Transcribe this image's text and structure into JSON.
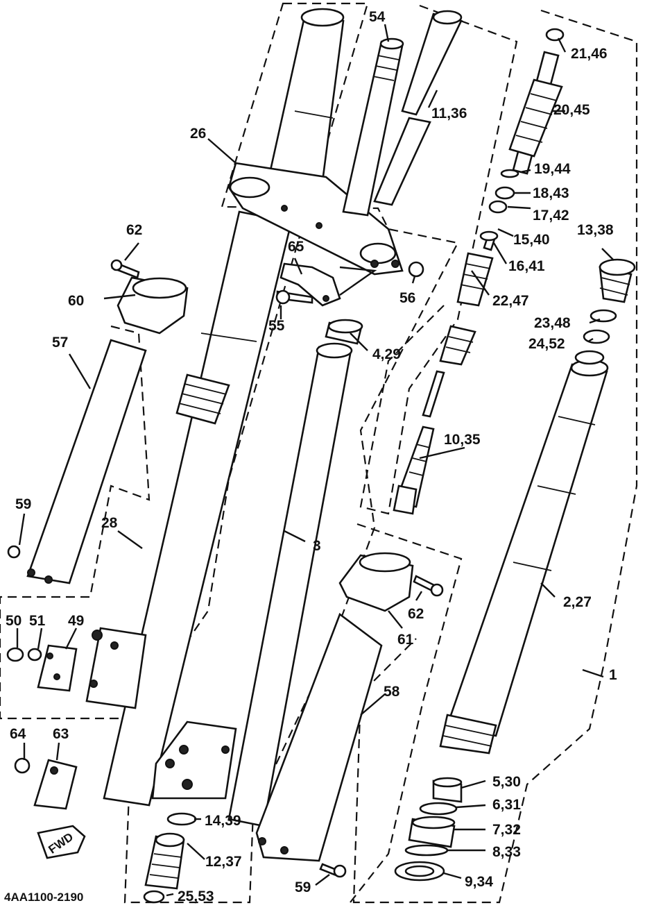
{
  "diagram": {
    "catalog_code": "4AA1100-2190",
    "fwd_label": "FWD",
    "callouts": [
      {
        "id": "1",
        "text": "1"
      },
      {
        "id": "2-27",
        "text": "2,27"
      },
      {
        "id": "3",
        "text": "3"
      },
      {
        "id": "4-29",
        "text": "4,29"
      },
      {
        "id": "5-30",
        "text": "5,30"
      },
      {
        "id": "6-31",
        "text": "6,31"
      },
      {
        "id": "7-32",
        "text": "7,32"
      },
      {
        "id": "8-33",
        "text": "8,33"
      },
      {
        "id": "9-34",
        "text": "9,34"
      },
      {
        "id": "10-35",
        "text": "10,35"
      },
      {
        "id": "11-36",
        "text": "11,36"
      },
      {
        "id": "12-37",
        "text": "12,37"
      },
      {
        "id": "13-38",
        "text": "13,38"
      },
      {
        "id": "14-39",
        "text": "14,39"
      },
      {
        "id": "15-40",
        "text": "15,40"
      },
      {
        "id": "16-41",
        "text": "16,41"
      },
      {
        "id": "17-42",
        "text": "17,42"
      },
      {
        "id": "18-43",
        "text": "18,43"
      },
      {
        "id": "19-44",
        "text": "19,44"
      },
      {
        "id": "20-45",
        "text": "20,45"
      },
      {
        "id": "21-46",
        "text": "21,46"
      },
      {
        "id": "22-47",
        "text": "22,47"
      },
      {
        "id": "23-48",
        "text": "23,48"
      },
      {
        "id": "24-52",
        "text": "24,52"
      },
      {
        "id": "25-53",
        "text": "25,53"
      },
      {
        "id": "26",
        "text": "26"
      },
      {
        "id": "28",
        "text": "28"
      },
      {
        "id": "49",
        "text": "49"
      },
      {
        "id": "50",
        "text": "50"
      },
      {
        "id": "51",
        "text": "51"
      },
      {
        "id": "54",
        "text": "54"
      },
      {
        "id": "55",
        "text": "55"
      },
      {
        "id": "56",
        "text": "56"
      },
      {
        "id": "57",
        "text": "57"
      },
      {
        "id": "58",
        "text": "58"
      },
      {
        "id": "59a",
        "text": "59"
      },
      {
        "id": "59b",
        "text": "59"
      },
      {
        "id": "60",
        "text": "60"
      },
      {
        "id": "61",
        "text": "61"
      },
      {
        "id": "62a",
        "text": "62"
      },
      {
        "id": "62b",
        "text": "62"
      },
      {
        "id": "63",
        "text": "63"
      },
      {
        "id": "64",
        "text": "64"
      },
      {
        "id": "65",
        "text": "65"
      }
    ]
  }
}
